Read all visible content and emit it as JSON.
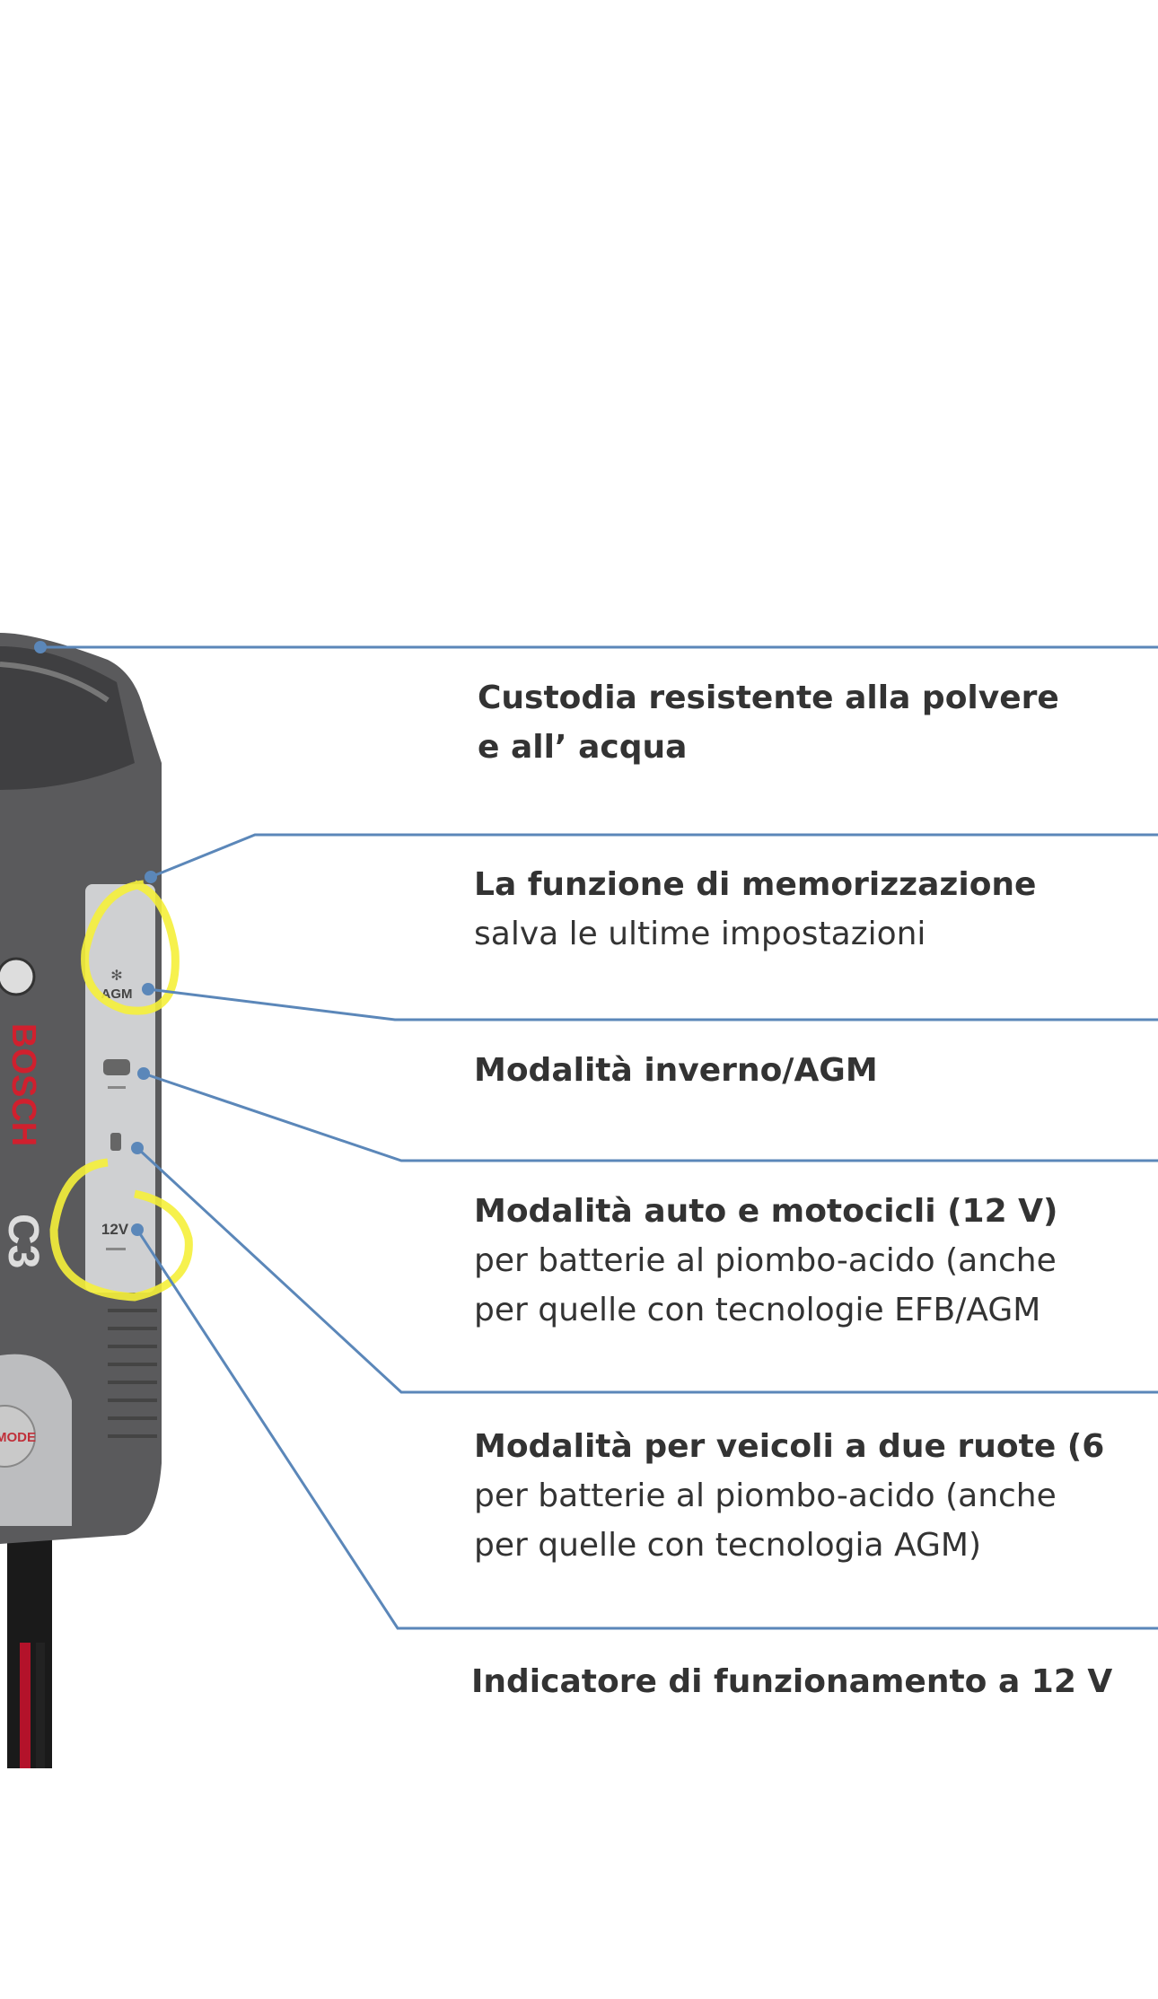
{
  "device": {
    "brand": "BOSCH",
    "model": "C3",
    "panel_labels": {
      "agm": "AGM",
      "voltage": "12V"
    },
    "mode_button": "MODE"
  },
  "callouts": [
    {
      "title": "Custodia resistente alla polvere",
      "title2": "e all’ acqua"
    },
    {
      "title": "La funzione di memorizzazione",
      "line1": "salva le ultime impostazioni"
    },
    {
      "title": "Modalità inverno/AGM"
    },
    {
      "title": "Modalità auto e motocicli (12 V)",
      "line1": "per batterie al piombo-acido (anche",
      "line2": "per quelle con tecnologie EFB/AGM"
    },
    {
      "title": "Modalità per veicoli a due ruote (6",
      "line1": "per batterie al piombo-acido (anche",
      "line2": "per quelle con tecnologia AGM)"
    },
    {
      "title": "Indicatore di funzionamento a 12 V"
    }
  ],
  "colors": {
    "leader": "#5b87b9",
    "highlight": "#f5f03a",
    "body": "#5a5a5c",
    "brand": "#d0202e"
  }
}
